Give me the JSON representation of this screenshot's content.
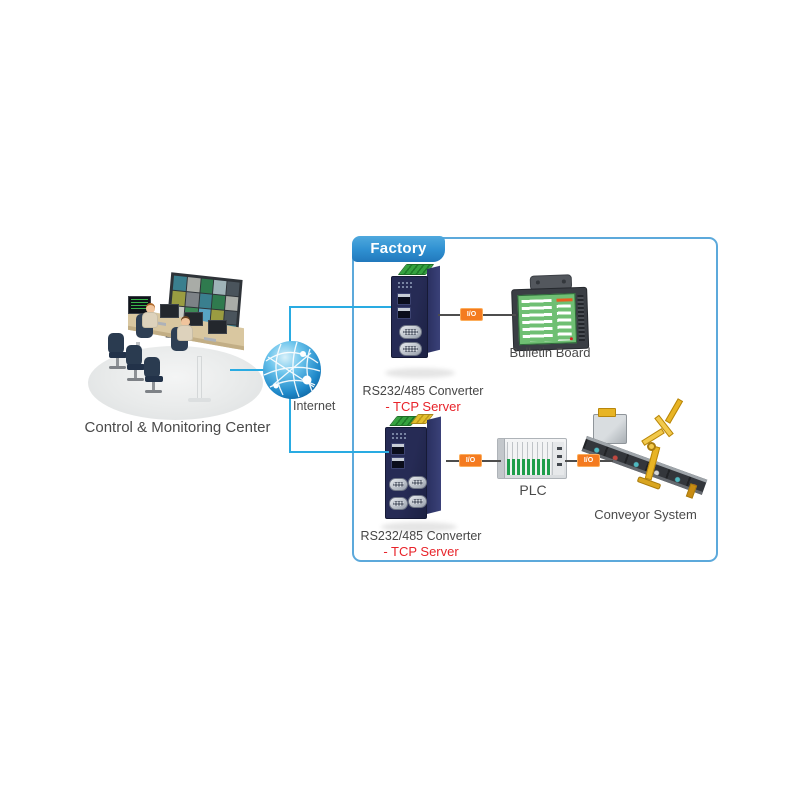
{
  "factory": {
    "label": "Factory"
  },
  "control_center": {
    "label": "Control & Monitoring Center"
  },
  "internet": {
    "label": "Internet"
  },
  "devices": {
    "converter_top": {
      "name": "RS232/485 Converter",
      "mode": "- TCP Server"
    },
    "converter_bottom": {
      "name": "RS232/485 Converter",
      "mode": "- TCP Server"
    },
    "bulletin_board": {
      "label": "Bulletin Board"
    },
    "plc": {
      "label": "PLC"
    },
    "conveyor": {
      "label": "Conveyor System"
    }
  },
  "connectors": {
    "io_label": "I/O"
  },
  "colors": {
    "factory_border": "#5CA9DB",
    "factory_tab": "#2E8FD0",
    "line_blue": "#29ABE2",
    "line_dark": "#4D4D4D",
    "io_orange": "#F47B20",
    "label_gray": "#4A4A4A",
    "tcp_red": "#E8232A",
    "screen_green": "#6FBF73",
    "device_navy": "#232850"
  },
  "illustration": {
    "video_wall_tiles": [
      "#3A7F8E",
      "#A9ACA7",
      "#2F7A4E",
      "#9FB3B8",
      "#4A545C",
      "#9A9C41",
      "#7D8287",
      "#3A7F8E",
      "#2F7A4E",
      "#A9ACA7",
      "#C6C8C3",
      "#3D8A57",
      "#58A4C3",
      "#9A9C41",
      "#4A545C",
      "#4A545C",
      "#58A4C3",
      "#A9ACA7",
      "#9A9C41",
      "#3A7F8E"
    ]
  }
}
